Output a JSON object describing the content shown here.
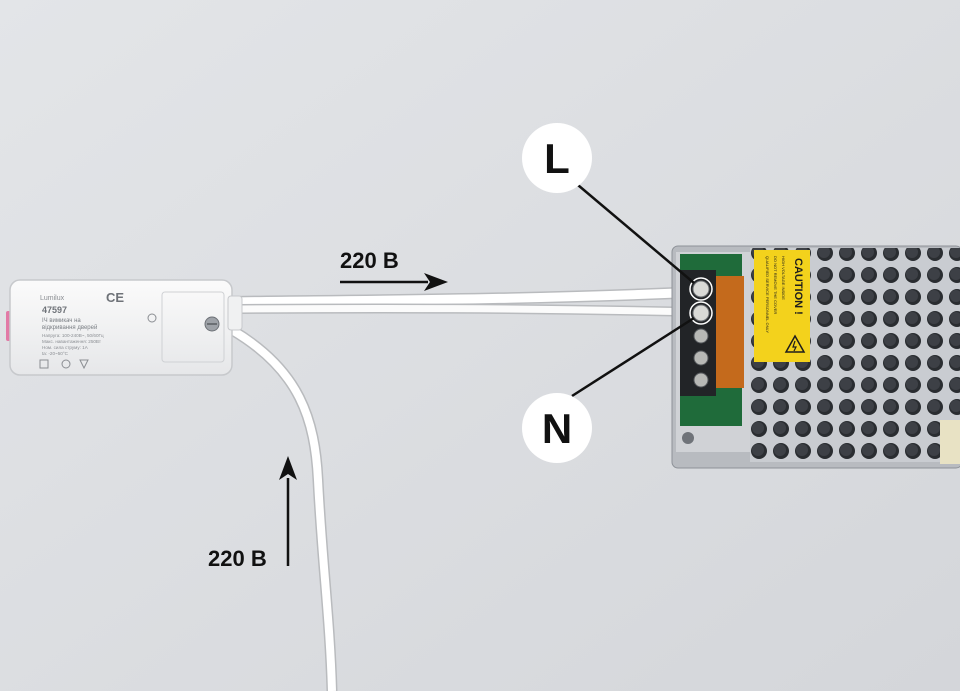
{
  "photo": {
    "background_color": "#dcdee2",
    "labels": {
      "voltage_top": "220 В",
      "voltage_bottom": "220 В",
      "terminal_l": "L",
      "terminal_n": "N"
    },
    "sensor_module": {
      "brand": "Lumilux",
      "model": "47597",
      "title_line1": "ІЧ вимикач на",
      "title_line2": "відкривання дверей",
      "spec_line1": "Напруга: 100-240В~, 50/60Гц",
      "spec_line2": "Макс. навантаження: 250Вт",
      "spec_line3": "Ном. сила струму: 1А",
      "spec_line4": "ta: -20~50°C",
      "marks": "CE"
    },
    "power_supply": {
      "caution_title": "CAUTION !",
      "caution_line1": "HIGH VOLTAGE INSIDE",
      "caution_line2": "DO NOT REMOVE THE COVER",
      "caution_line3": "QUALIFIED SERVICE PERSONNEL ONLY",
      "label_color": "#f3d21c",
      "board_color": "#1f6b3a"
    }
  }
}
